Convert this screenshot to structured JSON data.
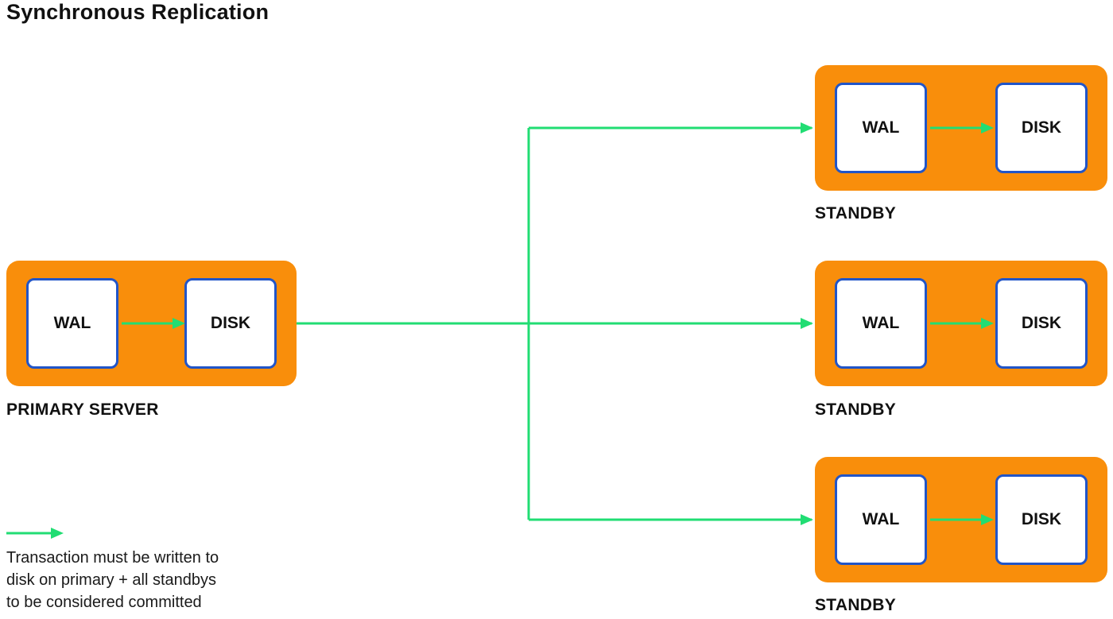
{
  "title": "Synchronous Replication",
  "colors": {
    "server_fill": "#F98E0B",
    "arrow_green": "#21DD73",
    "box_border_blue": "#2155C8",
    "text": "#111111"
  },
  "primary": {
    "label": "PRIMARY SERVER",
    "wal": "WAL",
    "disk": "DISK"
  },
  "standbys": [
    {
      "label": "STANDBY",
      "wal": "WAL",
      "disk": "DISK"
    },
    {
      "label": "STANDBY",
      "wal": "WAL",
      "disk": "DISK"
    },
    {
      "label": "STANDBY",
      "wal": "WAL",
      "disk": "DISK"
    }
  ],
  "legend": {
    "line1": "Transaction must be written to",
    "line2": "disk on primary + all standbys",
    "line3": "to be considered committed"
  }
}
